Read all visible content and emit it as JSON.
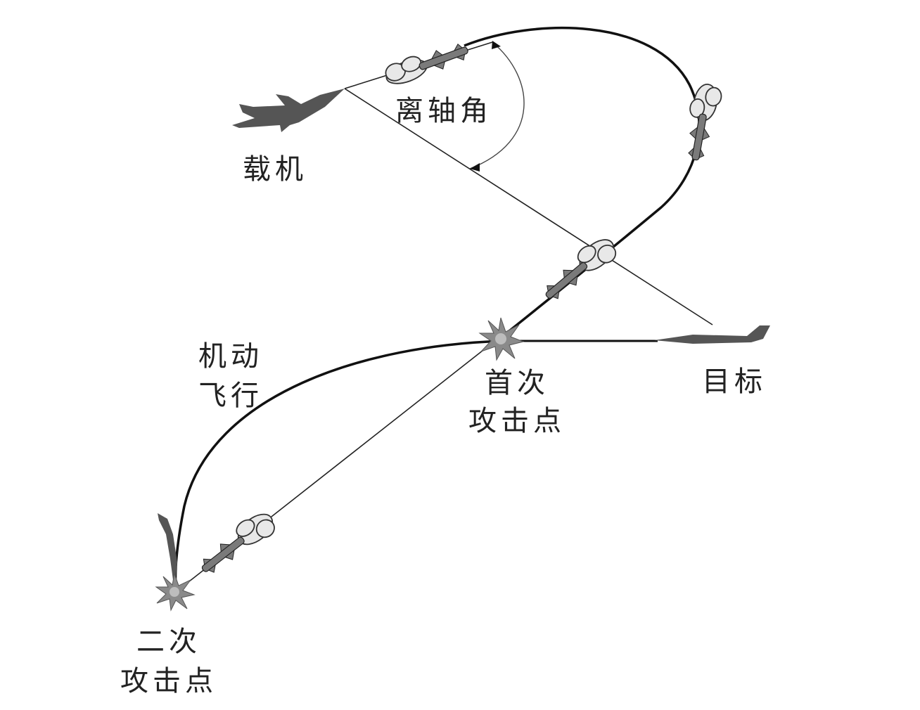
{
  "labels": {
    "off_axis_angle": "离轴角",
    "carrier": "载机",
    "maneuver_line1": "机动",
    "maneuver_line2": "飞行",
    "first_attack_line1": "首次",
    "first_attack_line2": "攻击点",
    "target": "目标",
    "second_attack_line1": "二次",
    "second_attack_line2": "攻击点"
  },
  "colors": {
    "line": "#111111",
    "aircraft": "#555555",
    "missile": "#7a7a7a",
    "smoke": "#e8e8e8",
    "burst": "#8a8a8a"
  }
}
